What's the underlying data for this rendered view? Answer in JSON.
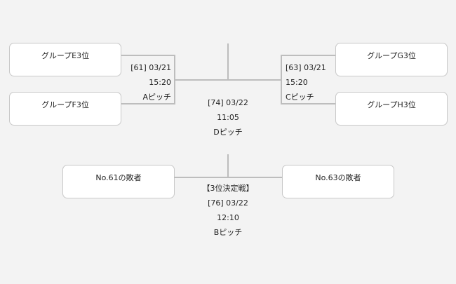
{
  "teams": {
    "e3": "グループE3位",
    "f3": "グループF3位",
    "g3": "グループG3位",
    "h3": "グループH3位",
    "loser61": "No.61の敗者",
    "loser63": "No.63の敗者"
  },
  "matches": {
    "m61": {
      "label": "[61] 03/21",
      "time": "15:20",
      "pitch": "Aピッチ"
    },
    "m63": {
      "label": "[63] 03/21",
      "time": "15:20",
      "pitch": "Cピッチ"
    },
    "m74": {
      "label": "[74] 03/22",
      "time": "11:05",
      "pitch": "Dピッチ"
    },
    "m76": {
      "title": "【3位決定戦】",
      "label": "[76] 03/22",
      "time": "12:10",
      "pitch": "Bピッチ"
    }
  }
}
